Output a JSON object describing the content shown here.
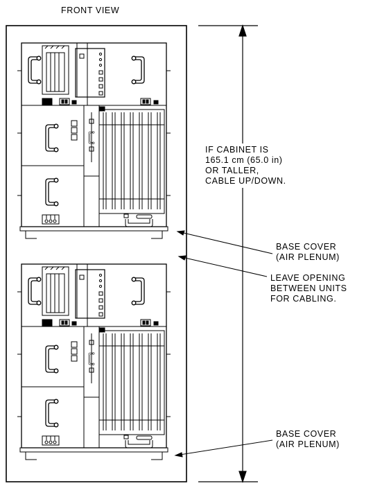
{
  "title": "FRONT VIEW",
  "height_note": {
    "lines": [
      "IF CABINET IS",
      "165.1 cm (65.0 in)",
      "OR TALLER,",
      "CABLE UP/DOWN."
    ]
  },
  "base_cover_upper": {
    "lines": [
      "BASE COVER",
      "(AIR PLENUM)"
    ]
  },
  "opening_note": {
    "lines": [
      "LEAVE OPENING",
      "BETWEEN UNITS",
      "FOR CABLING."
    ]
  },
  "base_cover_lower": {
    "lines": [
      "BASE COVER",
      "(AIR PLENUM)"
    ]
  }
}
